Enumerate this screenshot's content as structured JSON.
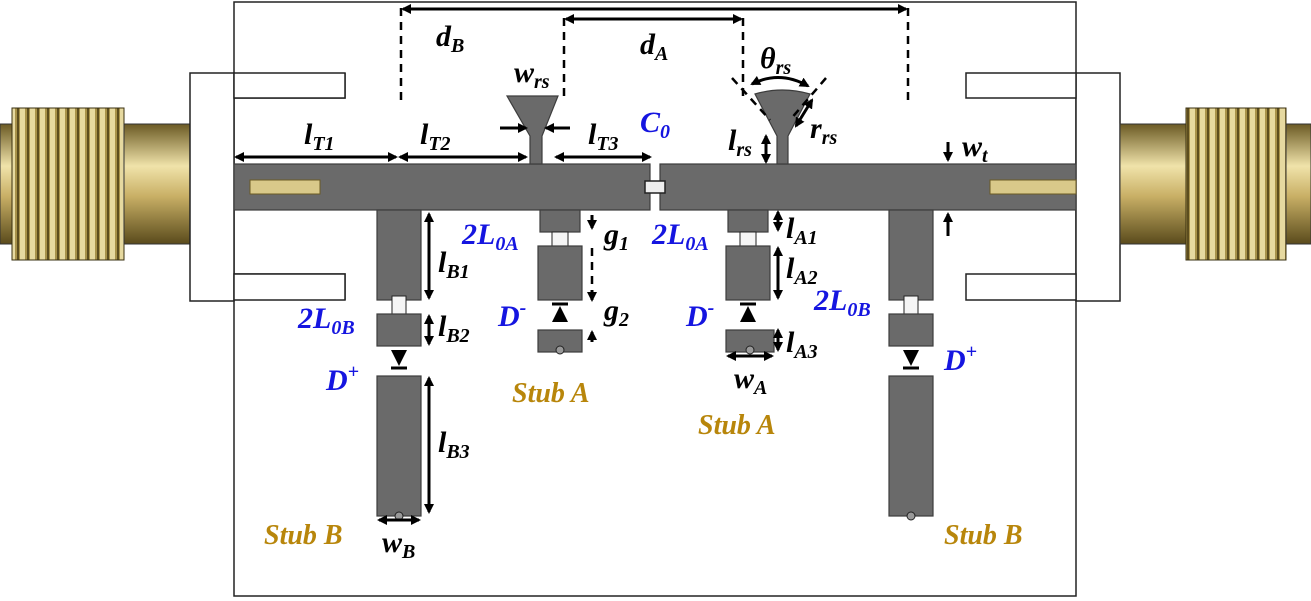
{
  "colors": {
    "microstrip": "#6a6a6a",
    "connector": "#b8a25a",
    "label_black": "#000000",
    "label_blue": "#1515e0",
    "label_gold": "#b8860b"
  },
  "labels": {
    "dB": "d",
    "dB_sub": "B",
    "dA": "d",
    "dA_sub": "A",
    "wrs": "w",
    "wrs_sub": "rs",
    "theta_rs": "θ",
    "theta_rs_sub": "rs",
    "rrs": "r",
    "rrs_sub": "rs",
    "lrs": "l",
    "lrs_sub": "rs",
    "lT1": "l",
    "lT1_sub": "T1",
    "lT2": "l",
    "lT2_sub": "T2",
    "lT3": "l",
    "lT3_sub": "T3",
    "C0": "C",
    "C0_sub": "0",
    "wt": "w",
    "wt_sub": "t",
    "L0A_left": "2L",
    "L0A_left_sub": "0A",
    "L0A_right": "2L",
    "L0A_right_sub": "0A",
    "L0B_left": "2L",
    "L0B_left_sub": "0B",
    "L0B_right": "2L",
    "L0B_right_sub": "0B",
    "g1": "g",
    "g1_sub": "1",
    "g2": "g",
    "g2_sub": "2",
    "lA1": "l",
    "lA1_sub": "A1",
    "lA2": "l",
    "lA2_sub": "A2",
    "lA3": "l",
    "lA3_sub": "A3",
    "wA": "w",
    "wA_sub": "A",
    "lB1": "l",
    "lB1_sub": "B1",
    "lB2": "l",
    "lB2_sub": "B2",
    "lB3": "l",
    "lB3_sub": "B3",
    "wB": "w",
    "wB_sub": "B",
    "D_minus_left": "D",
    "D_minus_left_sup": "-",
    "D_minus_right": "D",
    "D_minus_right_sup": "-",
    "D_plus_left": "D",
    "D_plus_left_sup": "+",
    "D_plus_right": "D",
    "D_plus_right_sup": "+",
    "stub_a_left": "Stub A",
    "stub_a_right": "Stub A",
    "stub_b_left": "Stub B",
    "stub_b_right": "Stub B"
  }
}
